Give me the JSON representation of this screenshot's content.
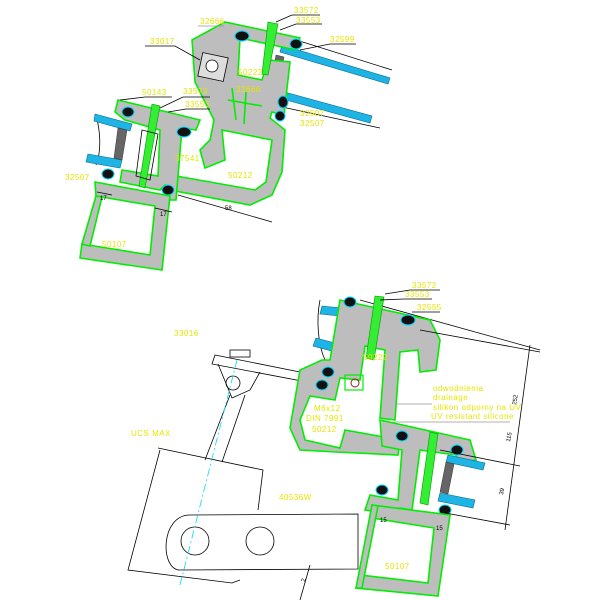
{
  "labels": {
    "top": [
      "33572",
      "33553",
      "32666",
      "33017",
      "32599",
      "50222",
      "32666",
      "32507",
      "32507",
      "50143",
      "33573",
      "33553",
      "32507",
      "37541",
      "50212",
      "50107"
    ],
    "bottom": [
      "33572",
      "33553",
      "32555",
      "50222",
      "M6x12",
      "DIN 7991",
      "50212",
      "33016",
      "UCS MAX",
      "40536W",
      "50107"
    ],
    "notes": [
      "odwodnienia",
      "drainage",
      "silikon odporny na UV",
      "UV resistant silicone"
    ]
  },
  "dimensions": [
    "58",
    "17",
    "17",
    "252",
    "115",
    "39",
    "15",
    "15",
    "2"
  ],
  "colors": {
    "profile": "#00ee00",
    "glass_spacer": "#1eb4e6",
    "label": "#e6e600",
    "profile_fill": "#bdbdbd"
  }
}
